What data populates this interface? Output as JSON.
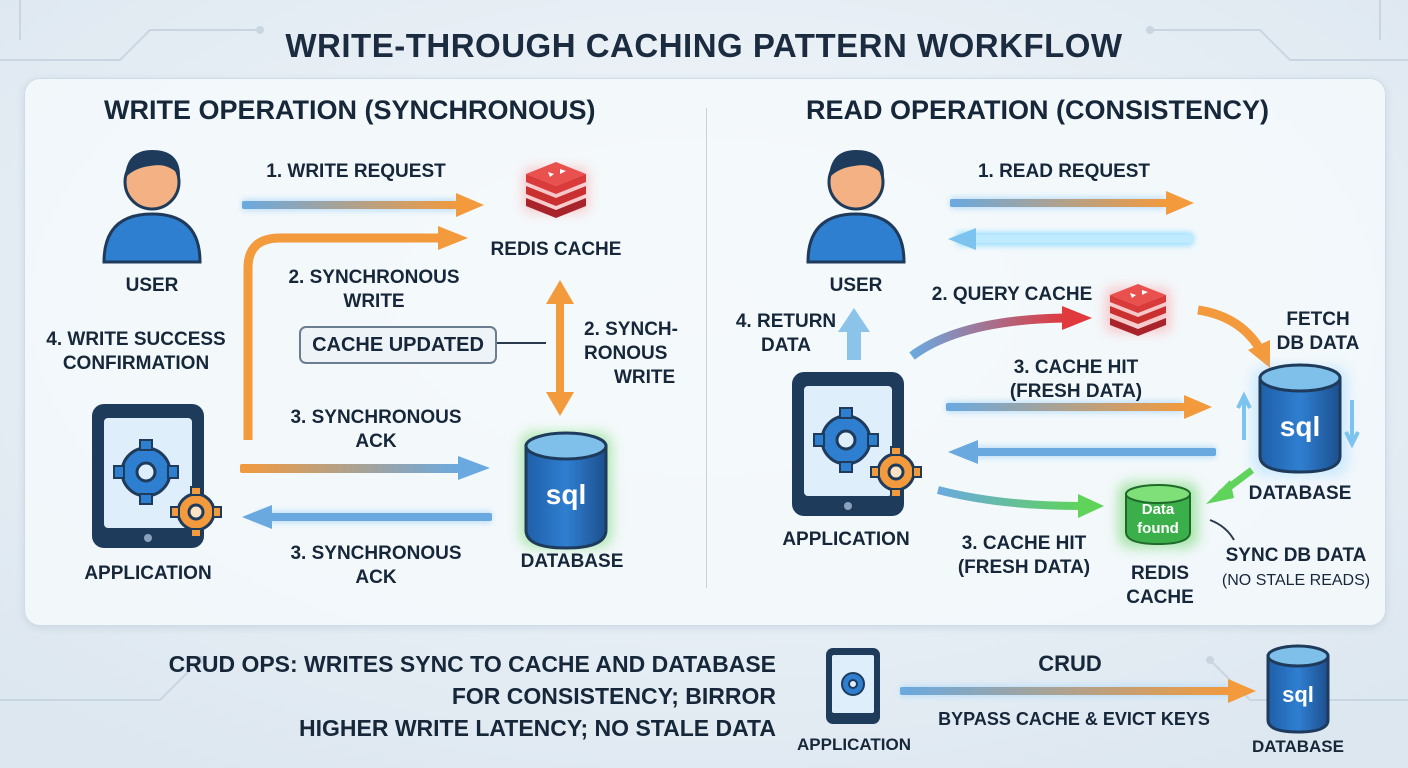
{
  "title": "WRITE-THROUGH CACHING PATTERN WORKFLOW",
  "write_section": {
    "heading": "WRITE OPERATION (SYNCHRONOUS)",
    "user": "USER",
    "application": "APPLICATION",
    "redis": "REDIS CACHE",
    "database": "DATABASE",
    "step1": "1. WRITE REQUEST",
    "step2_line1": "2. SYNCHRONOUS",
    "step2_line2": "WRITE",
    "cache_updated": "CACHE UPDATED",
    "step2b_line1": "2. SYNCH-",
    "step2b_line2": "RONOUS",
    "step2b_line3": "WRITE",
    "step3_line1": "3. SYNCHRONOUS",
    "step3_line2": "ACK",
    "step3b_line1": "3. SYNCHRONOUS",
    "step3b_line2": "ACK",
    "step4_line1": "4. WRITE SUCCESS",
    "step4_line2": "CONFIRMATION",
    "db_icon_text": "sql"
  },
  "read_section": {
    "heading": "READ OPERATION (CONSISTENCY)",
    "user": "USER",
    "application": "APPLICATION",
    "step1": "1. READ REQUEST",
    "step2": "2. QUERY CACHE",
    "fetch_line1": "FETCH",
    "fetch_line2": "DB DATA",
    "step3_line1": "3. CACHE HIT",
    "step3_line2": "(FRESH DATA)",
    "step3b_line1": "3. CACHE HIT",
    "step3b_line2": "(FRESH DATA)",
    "step4_line1": "4. RETURN",
    "step4_line2": "DATA",
    "database": "DATABASE",
    "redis_line1": "REDIS",
    "redis_line2": "CACHE",
    "data_found_line1": "Data",
    "data_found_line2": "found",
    "sync_line1": "SYNC DB DATA",
    "sync_line2": "(NO STALE READS)",
    "db_icon_text": "sql"
  },
  "bottom": {
    "line1": "CRUD OPS: WRITES SYNC TO CACHE AND DATABASE",
    "line2": "FOR CONSISTENCY; BIRROR",
    "line3": "HIGHER WRITE LATENCY; NO STALE DATA",
    "application": "APPLICATION",
    "crud": "CRUD",
    "bypass": "BYPASS CACHE & EVICT KEYS",
    "database": "DATABASE",
    "db_icon_text": "sql"
  },
  "colors": {
    "orange": "#f39a3c",
    "blue": "#4f9bd9",
    "green": "#5fd35a",
    "red": "#e0393e",
    "navy": "#1f3b5c",
    "user_blue": "#2f7fd1",
    "skin": "#f4b183"
  }
}
